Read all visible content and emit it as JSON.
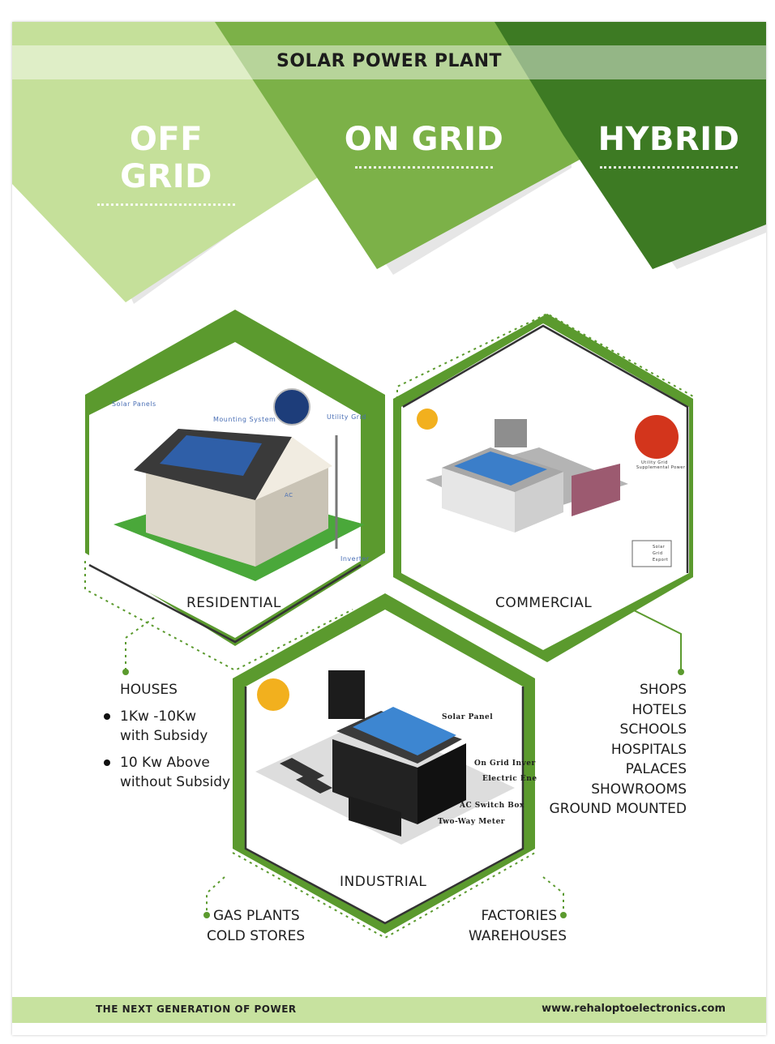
{
  "header": {
    "title": "SOLAR POWER PLANT",
    "categories": [
      "OFF GRID",
      "ON GRID",
      "HYBRID"
    ]
  },
  "sections": {
    "residential": {
      "label": "RESIDENTIAL",
      "image_labels": [
        "Solar Panels",
        "Mounting System",
        "Utility Grid",
        "Inverter",
        "AC"
      ]
    },
    "commercial": {
      "label": "COMMERCIAL",
      "image_labels": [
        "Utility Grid",
        "Supplemental Power",
        "Solar",
        "Grid",
        "Export"
      ]
    },
    "industrial": {
      "label": "INDUSTRIAL",
      "image_labels": [
        "Solar Panel",
        "On Grid Inver",
        "Electric Ene",
        "AC Switch Box",
        "Two-Way Meter"
      ]
    }
  },
  "houses": {
    "heading": "HOUSES",
    "items": [
      {
        "line1": "1Kw -10Kw",
        "line2": "with Subsidy"
      },
      {
        "line1": "10 Kw Above",
        "line2": "without Subsidy"
      }
    ]
  },
  "commercial_list": [
    "SHOPS",
    "HOTELS",
    "SCHOOLS",
    "HOSPITALS",
    "PALACES",
    "SHOWROOMS",
    "GROUND MOUNTED"
  ],
  "industrial_left": [
    "GAS PLANTS",
    "COLD STORES"
  ],
  "industrial_right": [
    "FACTORIES",
    "WAREHOUSES"
  ],
  "footer": {
    "tagline": "THE NEXT GENERATION OF POWER",
    "website": "www.rehaloptoelectronics.com"
  },
  "colors": {
    "light_green": "#c5e09a",
    "mid_green": "#77ad45",
    "dark_green": "#3f7d24",
    "hex_border": "#5b9a2e"
  }
}
